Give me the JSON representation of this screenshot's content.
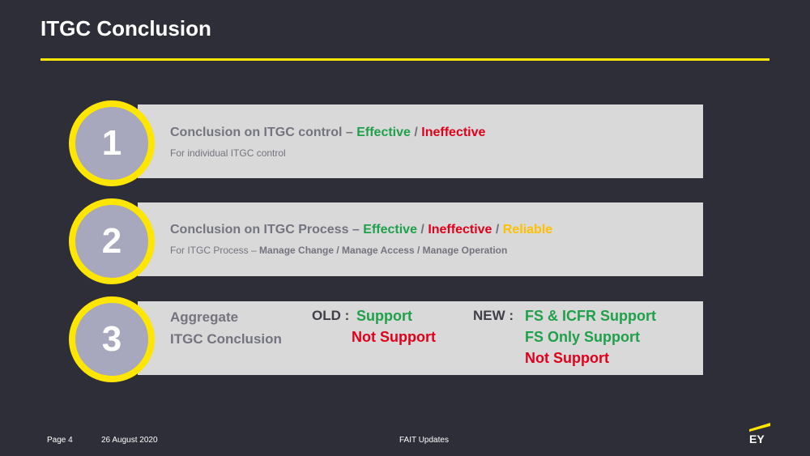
{
  "slide": {
    "title": "ITGC Conclusion"
  },
  "items": [
    {
      "number": "1",
      "heading_prefix": "Conclusion on ITGC control – ",
      "effective": "Effective",
      "sep1": " / ",
      "ineffective": "Ineffective",
      "subtext": "For individual ITGC control"
    },
    {
      "number": "2",
      "heading_prefix": "Conclusion on ITGC Process – ",
      "effective": "Effective",
      "sep1": " / ",
      "ineffective": "Ineffective",
      "sep2": " / ",
      "reliable": "Reliable",
      "sub_prefix": "For ITGC Process – ",
      "sub_bold": "Manage Change / Manage Access / Manage Operation"
    },
    {
      "number": "3",
      "heading_line1": "Aggregate",
      "heading_line2": "ITGC Conclusion",
      "old_label": "OLD :",
      "old_values": [
        "Support",
        "Not Support"
      ],
      "new_label": "NEW :",
      "new_values": [
        "FS & ICFR Support",
        "FS Only Support",
        "Not Support"
      ]
    }
  ],
  "footer": {
    "page": "Page 4",
    "date": "26 August 2020",
    "center": "FAIT Updates",
    "logo_text": "EY"
  },
  "colors": {
    "background": "#2e2e38",
    "accent_yellow": "#ffe600",
    "green": "#1fa04a",
    "red": "#e0001c",
    "gold": "#ffc000"
  }
}
